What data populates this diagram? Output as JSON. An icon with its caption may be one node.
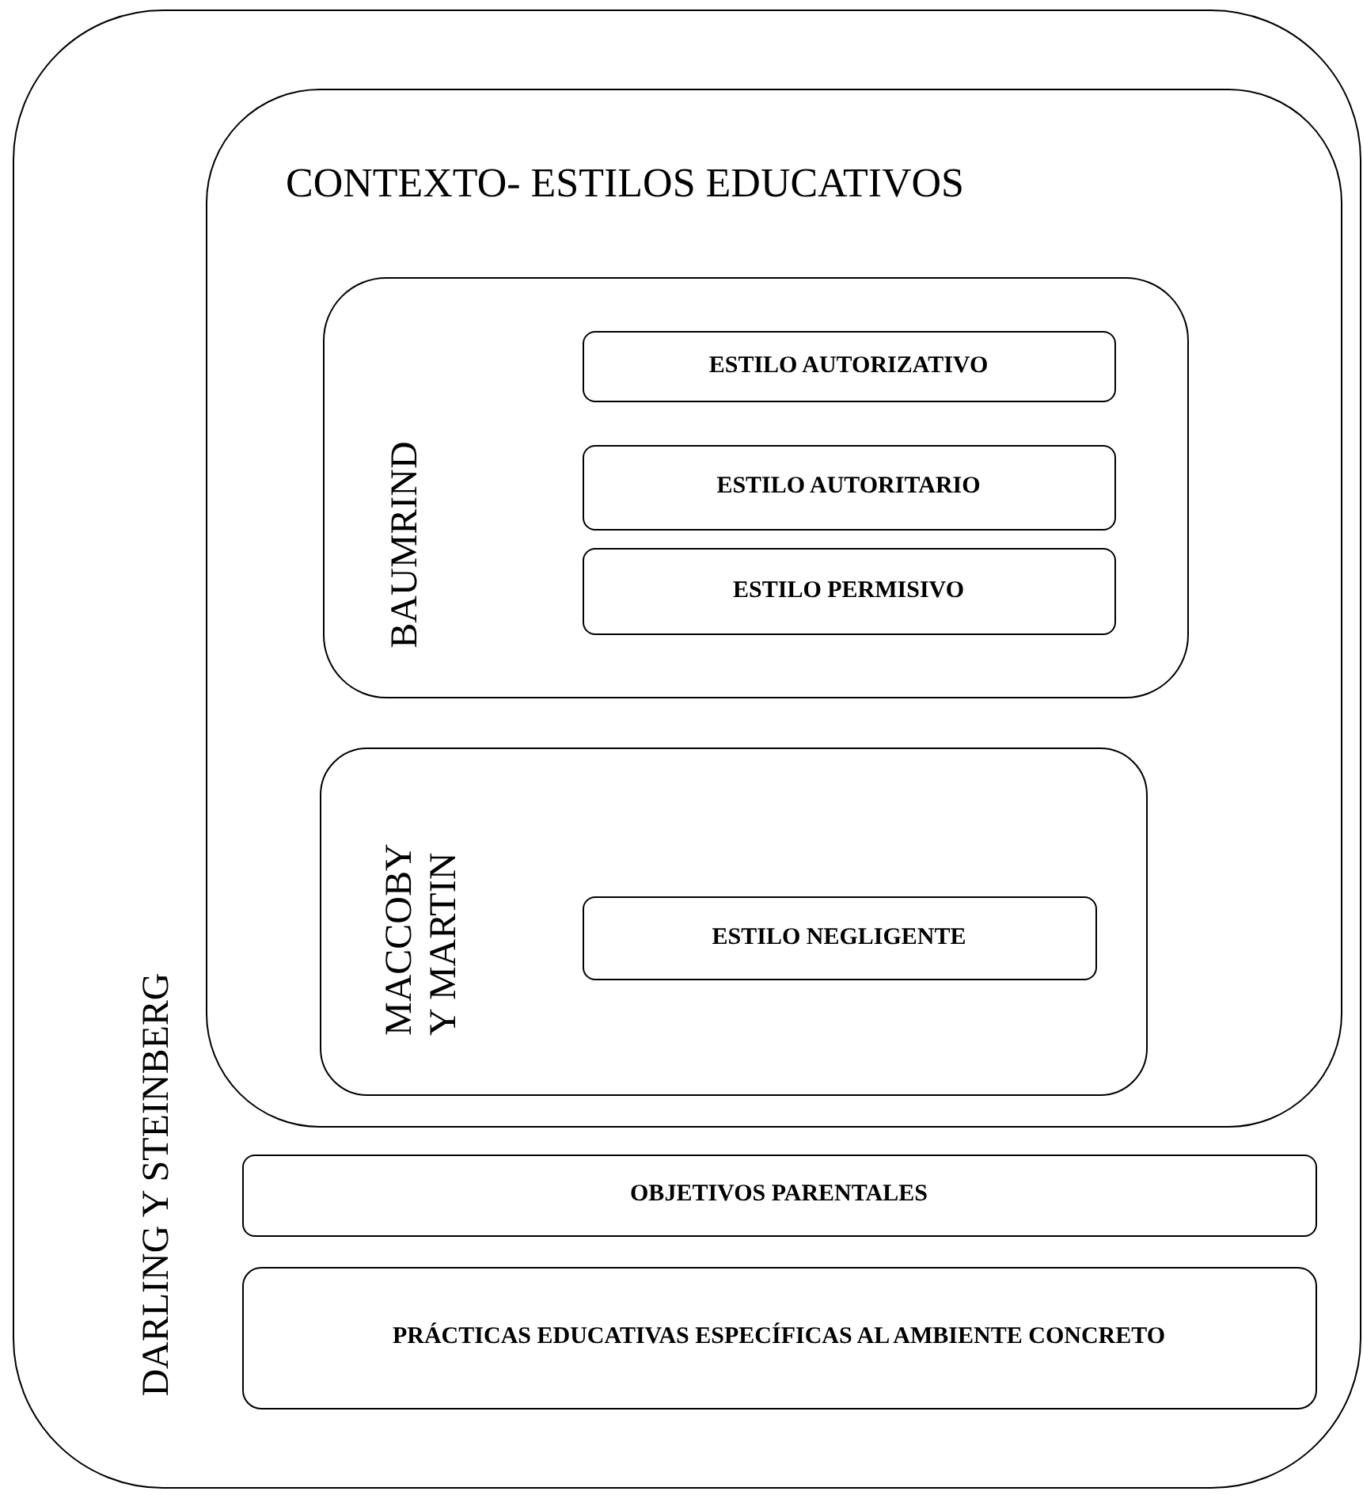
{
  "diagram": {
    "nodes": [
      {
        "text": [
          "DARLING Y STEINBERG"
        ]
      },
      {
        "text": [
          "CONTEXTO- ESTILOS EDUCATIVOS"
        ],
        "in": 0
      },
      {
        "text": [
          "BAUMRIND"
        ],
        "in": 1
      },
      {
        "text": [
          "ESTILO AUTORIZATIVO"
        ],
        "in": 2
      },
      {
        "text": [
          "ESTILO AUTORITARIO"
        ],
        "in": 2
      },
      {
        "text": [
          "ESTILO PERMISIVO"
        ],
        "in": 2
      },
      {
        "text": [
          "MACCOBY Y MARTIN"
        ],
        "in": 1
      },
      {
        "text": [
          "ESTILO NEGLIGENTE"
        ],
        "in": 6
      },
      {
        "text": [
          "OBJETIVOS PARENTALES"
        ],
        "in": 0
      },
      {
        "text": [
          "PRÁCTICAS  EDUCATIVAS ESPECÍFICAS AL AMBIENTE CONCRETO"
        ],
        "in": 0
      }
    ]
  }
}
